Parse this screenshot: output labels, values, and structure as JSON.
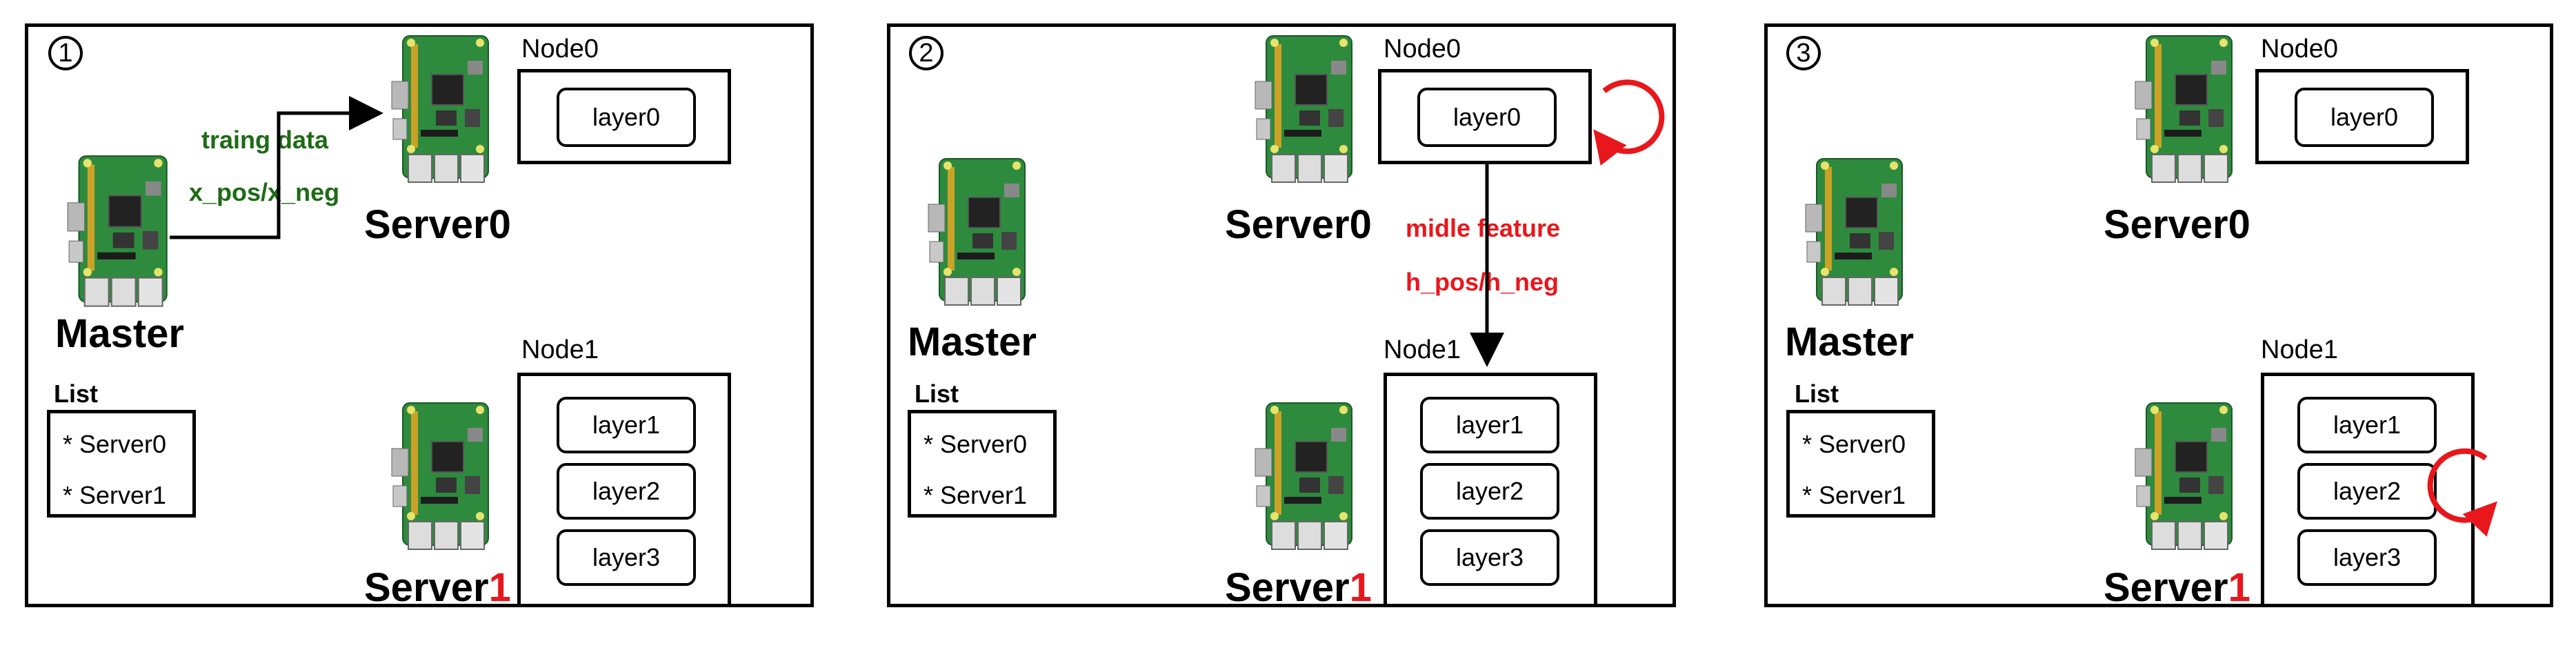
{
  "colors": {
    "green": "#1e6b15",
    "red": "#e8171c",
    "board": "#2e8b3e"
  },
  "panels": [
    {
      "number": "1",
      "master": "Master",
      "list_title": "List",
      "list_items": [
        "* Server0",
        "* Server1"
      ],
      "server0": "Server0",
      "server1_prefix": "Server",
      "server1_suffix": "1",
      "node0": "Node0",
      "node1": "Node1",
      "layers_node0": [
        "layer0"
      ],
      "layers_node1": [
        "layer1",
        "layer2",
        "layer3"
      ],
      "annotation_lines": [
        "traing data",
        "x_pos/x_neg"
      ]
    },
    {
      "number": "2",
      "master": "Master",
      "list_title": "List",
      "list_items": [
        "* Server0",
        "* Server1"
      ],
      "server0": "Server0",
      "server1_prefix": "Server",
      "server1_suffix": "1",
      "node0": "Node0",
      "node1": "Node1",
      "layers_node0": [
        "layer0"
      ],
      "layers_node1": [
        "layer1",
        "layer2",
        "layer3"
      ],
      "annotation_lines": [
        "midle feature",
        "h_pos/h_neg"
      ]
    },
    {
      "number": "3",
      "master": "Master",
      "list_title": "List",
      "list_items": [
        "* Server0",
        "* Server1"
      ],
      "server0": "Server0",
      "server1_prefix": "Server",
      "server1_suffix": "1",
      "node0": "Node0",
      "node1": "Node1",
      "layers_node0": [
        "layer0"
      ],
      "layers_node1": [
        "layer1",
        "layer2",
        "layer3"
      ]
    }
  ]
}
